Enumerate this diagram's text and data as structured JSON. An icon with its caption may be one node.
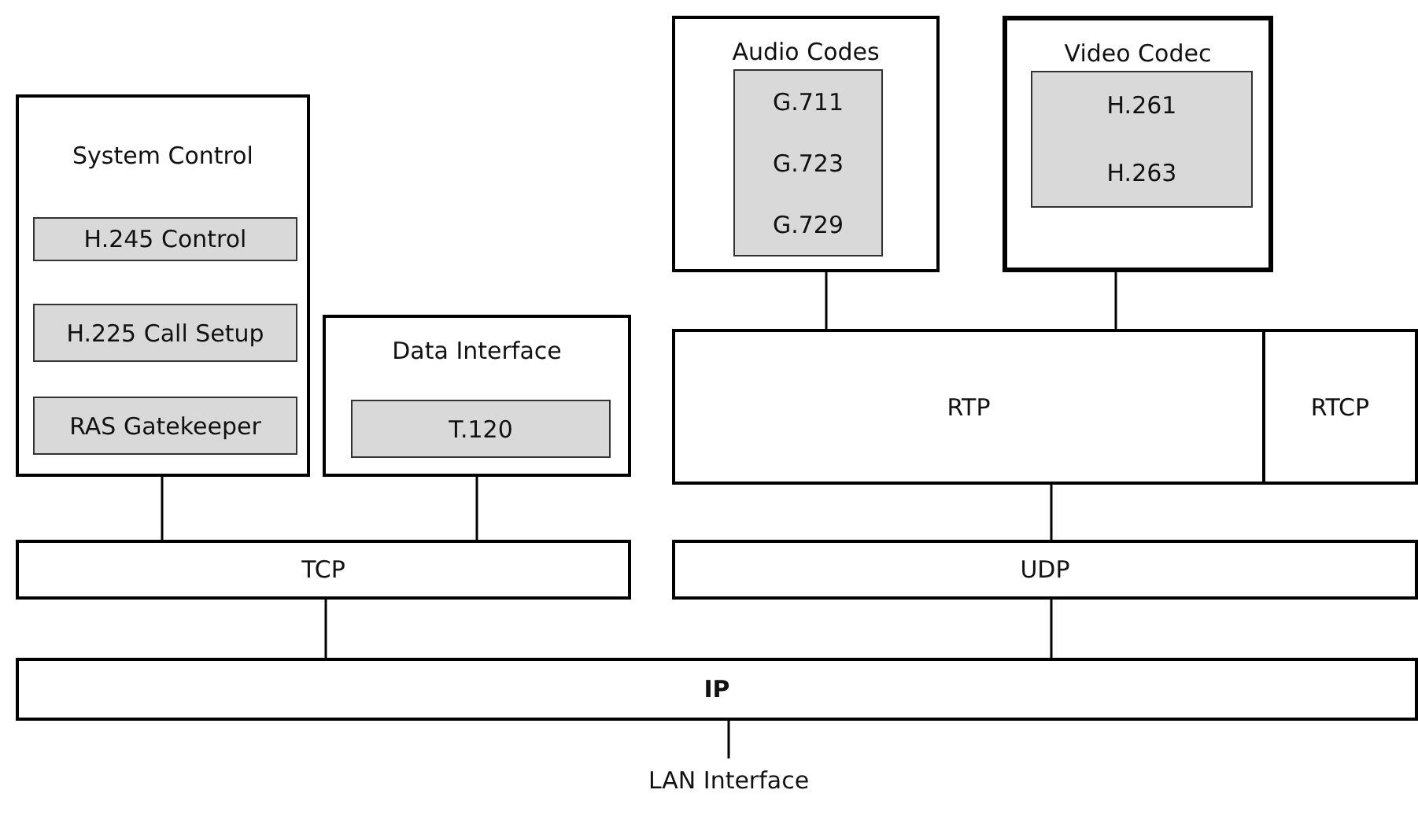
{
  "diagram": {
    "nodes": [
      {
        "text": [
          "Audio Codes"
        ]
      },
      {
        "text": [
          "G.711",
          "G.723",
          "G.729"
        ],
        "in": 0
      },
      {
        "text": [
          "Video Codec"
        ]
      },
      {
        "text": [
          "H.261",
          "H.263"
        ],
        "in": 2
      },
      {
        "text": [
          "System Control"
        ]
      },
      {
        "text": [
          "H.245 Control"
        ],
        "in": 4
      },
      {
        "text": [
          "H.225 Call Setup"
        ],
        "in": 4
      },
      {
        "text": [
          "RAS Gatekeeper"
        ],
        "in": 4
      },
      {
        "text": [
          "Data Interface"
        ]
      },
      {
        "text": [
          "T.120"
        ],
        "in": 8
      },
      {
        "text": [
          "RTP"
        ]
      },
      {
        "text": [
          "RTCP"
        ]
      },
      {
        "text": [
          "TCP"
        ]
      },
      {
        "text": [
          "UDP"
        ]
      },
      {
        "text": [
          "IP"
        ]
      },
      {
        "text": [
          "LAN Interface"
        ]
      }
    ],
    "edges": [
      {
        "from": 4,
        "to": 12,
        "arrow": "none"
      },
      {
        "from": 8,
        "to": 12,
        "arrow": "none"
      },
      {
        "from": 0,
        "to": 10,
        "arrow": "none"
      },
      {
        "from": 2,
        "to": 10,
        "arrow": "none"
      },
      {
        "from": 10,
        "to": 13,
        "arrow": "none"
      },
      {
        "from": 12,
        "to": 14,
        "arrow": "none"
      },
      {
        "from": 13,
        "to": 14,
        "arrow": "none"
      },
      {
        "from": 14,
        "to": 15,
        "arrow": "none"
      }
    ]
  }
}
